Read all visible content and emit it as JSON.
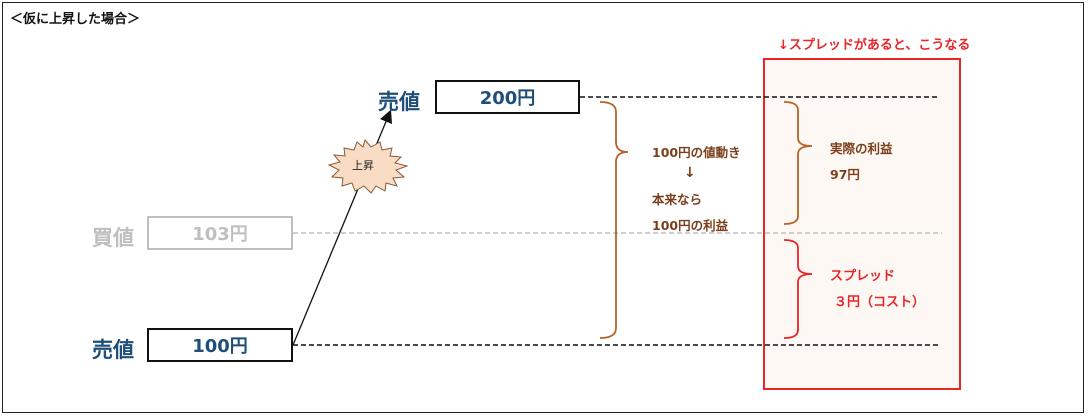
{
  "header": "＜仮に上昇した場合＞",
  "note_top": "↓スプレッドがあると、こうなる",
  "sell_high": {
    "label": "売値",
    "value": "200円"
  },
  "buy": {
    "label": "買値",
    "value": "103円"
  },
  "sell_low": {
    "label": "売値",
    "value": "100円"
  },
  "burst": "上昇",
  "movement": {
    "line1": "100円の値動き",
    "arrow": "↓",
    "line2": "本来なら",
    "line3": "100円の利益"
  },
  "actual": {
    "title": "実際の利益",
    "value": "97円"
  },
  "spread": {
    "title": "スプレッド",
    "value": "３円（コスト）"
  },
  "colors": {
    "blue": "#1f4e79",
    "gray": "#bfbfbf",
    "brown": "#b5652a",
    "red": "#e8262a"
  }
}
